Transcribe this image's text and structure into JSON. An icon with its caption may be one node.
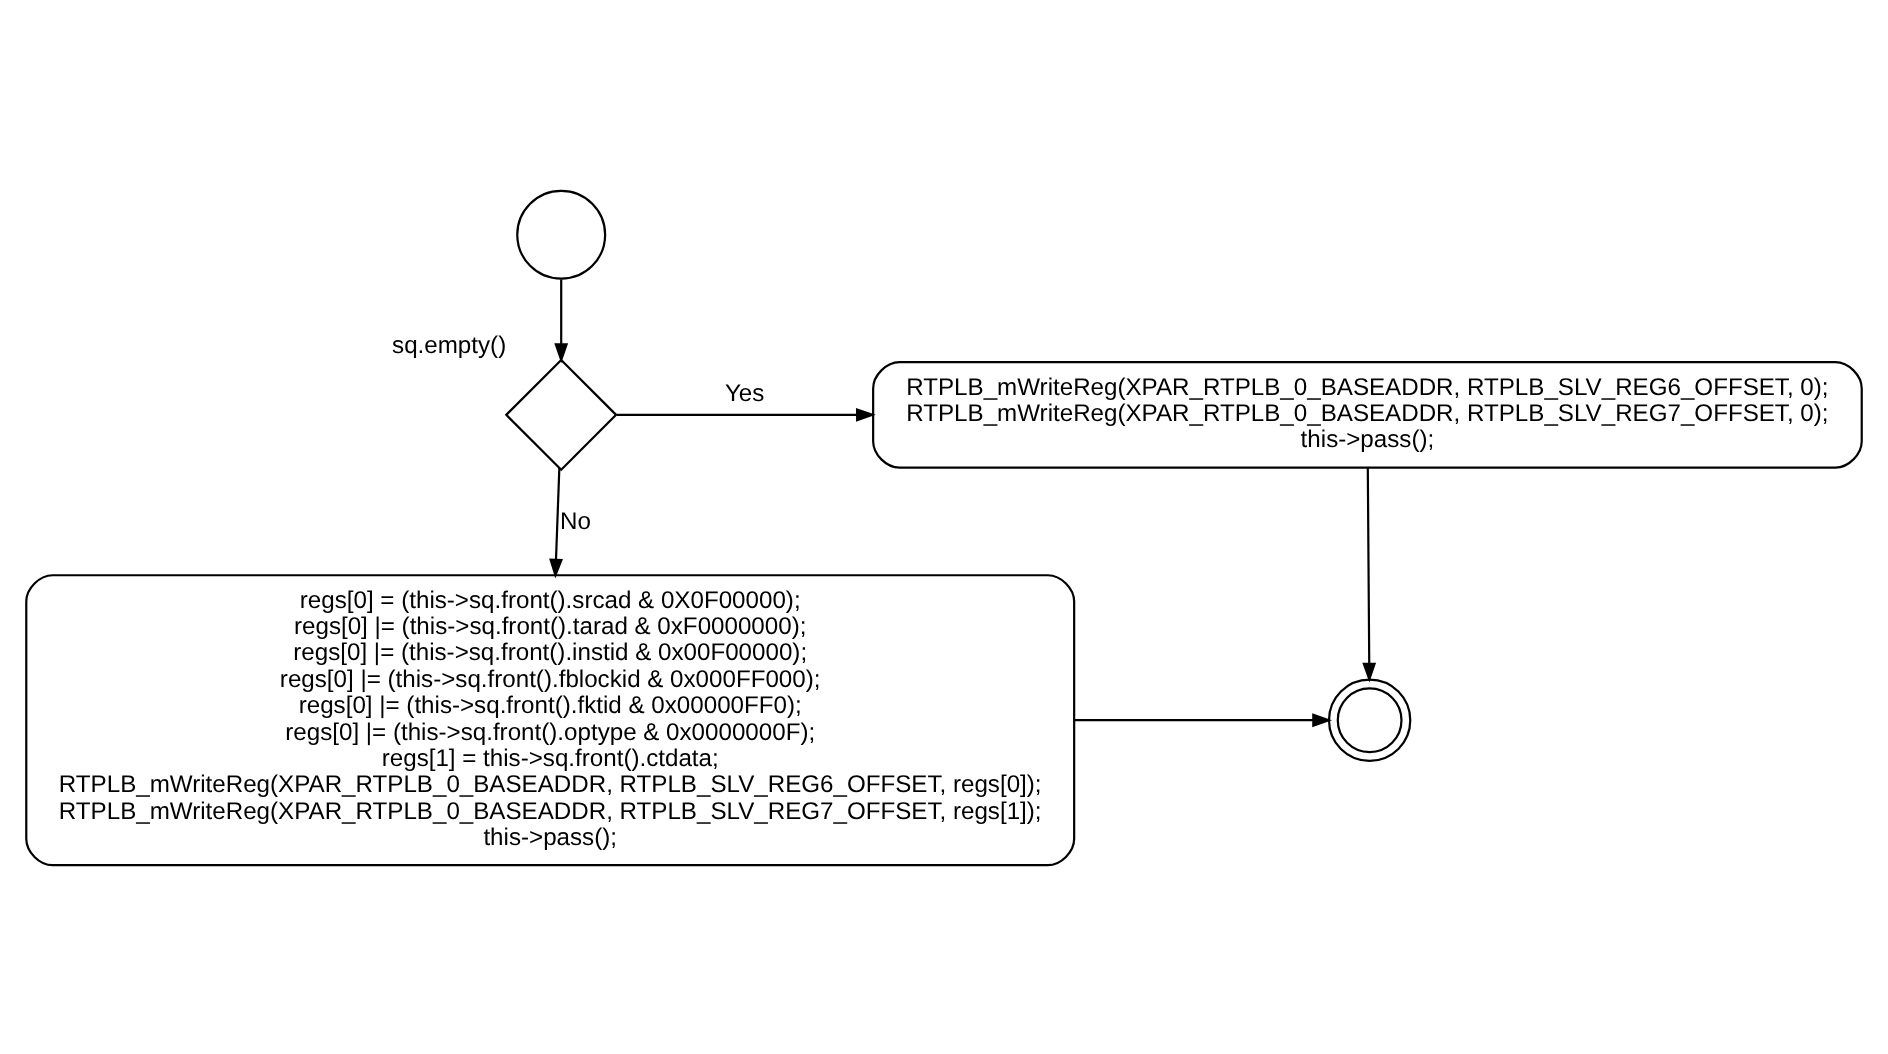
{
  "diagram": {
    "nodes": [
      {
        "text": [],
        "shape": "circle"
      },
      {
        "text": [],
        "shape": "diamond",
        "beside": [
          "sq.empty()"
        ]
      },
      {
        "text": [
          "RTPLB_mWriteReg(XPAR_RTPLB_0_BASEADDR, RTPLB_SLV_REG6_OFFSET, 0);",
          "RTPLB_mWriteReg(XPAR_RTPLB_0_BASEADDR, RTPLB_SLV_REG7_OFFSET, 0);",
          "this->pass();"
        ]
      },
      {
        "text": [
          "regs[0] = (this->sq.front().srcad & 0X0F00000);",
          "regs[0] |= (this->sq.front().tarad & 0xF0000000);",
          "regs[0] |= (this->sq.front().instid & 0x00F00000);",
          "regs[0] |= (this->sq.front().fblockid & 0x000FF000);",
          "regs[0] |= (this->sq.front().fktid & 0x00000FF0);",
          "regs[0] |= (this->sq.front().optype & 0x0000000F);",
          "regs[1] = this->sq.front().ctdata;",
          "RTPLB_mWriteReg(XPAR_RTPLB_0_BASEADDR, RTPLB_SLV_REG6_OFFSET, regs[0]);",
          "RTPLB_mWriteReg(XPAR_RTPLB_0_BASEADDR, RTPLB_SLV_REG7_OFFSET, regs[1]);",
          "this->pass();"
        ]
      },
      {
        "text": [],
        "shape": "doublecircle"
      }
    ],
    "edges": [
      {
        "from": 0,
        "to": 1,
        "arrow": "to"
      },
      {
        "from": 1,
        "to": 2,
        "arrow": "to",
        "label": "Yes"
      },
      {
        "from": 1,
        "to": 3,
        "arrow": "to",
        "label": "No"
      },
      {
        "from": 2,
        "to": 4,
        "arrow": "to"
      },
      {
        "from": 3,
        "to": 4,
        "arrow": "to"
      }
    ]
  }
}
